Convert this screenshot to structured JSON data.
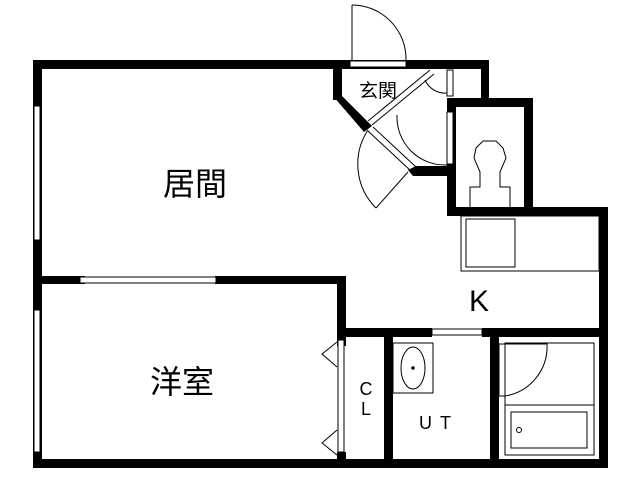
{
  "floorplan": {
    "rooms": {
      "living": {
        "label": "居間"
      },
      "western_room": {
        "label": "洋室"
      },
      "entrance": {
        "label": "玄関"
      },
      "kitchen": {
        "label": "K"
      },
      "utility": {
        "label": "UT"
      },
      "closet": {
        "label": "CL",
        "line1": "C",
        "line2": "L"
      }
    },
    "colors": {
      "wall": "#000000",
      "background": "#ffffff"
    }
  }
}
